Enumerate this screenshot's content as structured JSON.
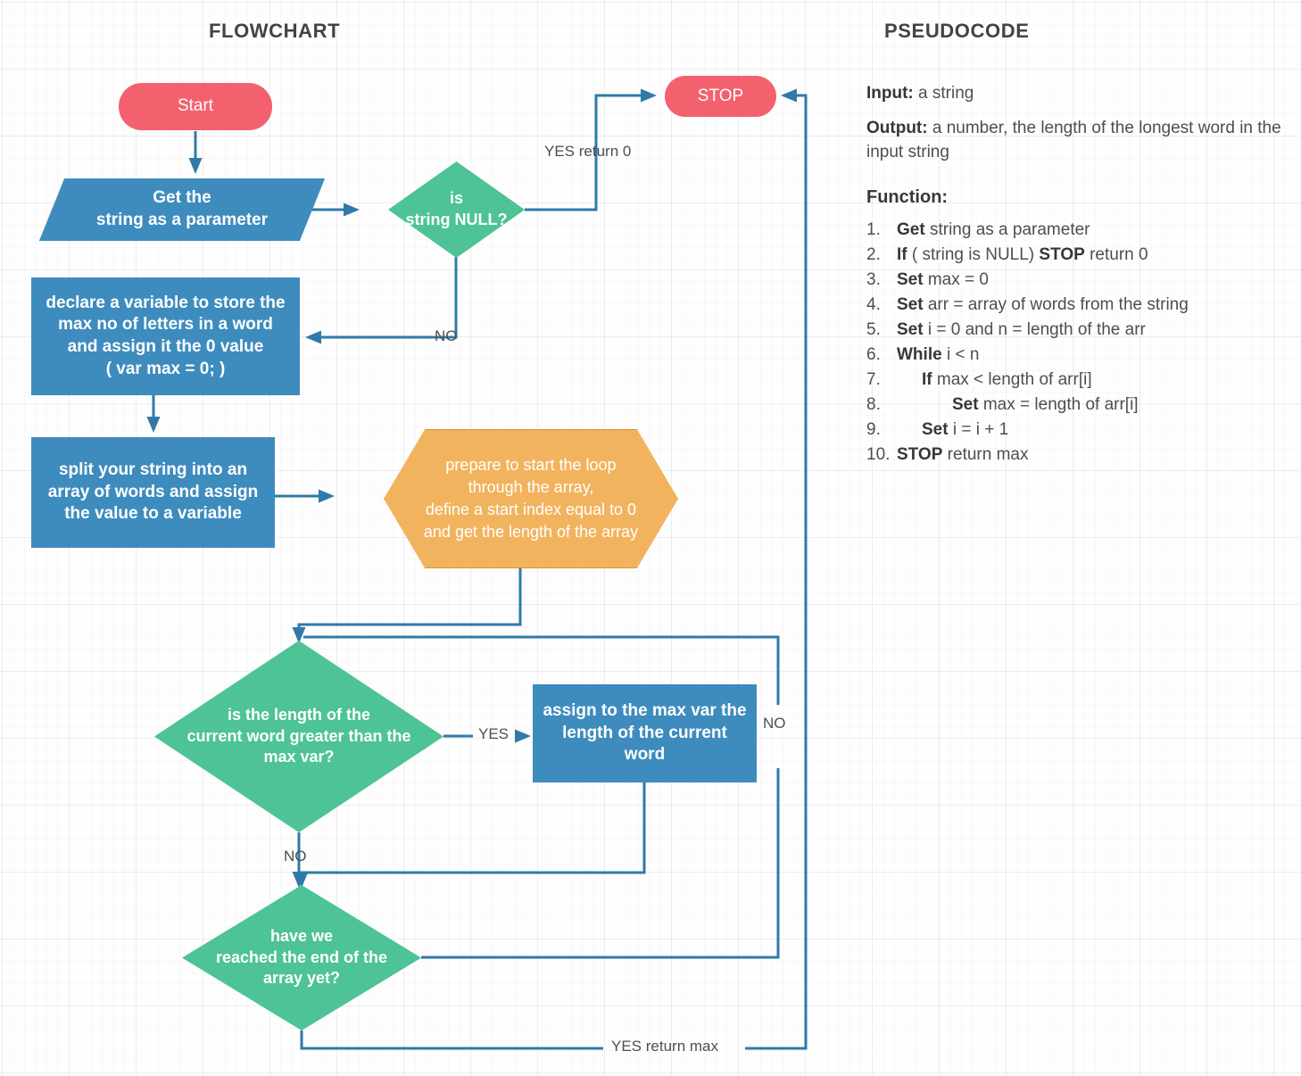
{
  "titles": {
    "flowchart": "FLOWCHART",
    "pseudocode": "PSEUDOCODE"
  },
  "colors": {
    "terminator": "#f4616e",
    "process": "#3e8cbe",
    "decision": "#4dc396",
    "preparation": "#f2b35e",
    "edge": "#2f7aa8",
    "text_dark": "#4a4f53"
  },
  "flowchart": {
    "nodes": {
      "start": {
        "label": "Start",
        "shape": "terminator"
      },
      "get_string": {
        "label": "Get the\nstring as  a parameter",
        "shape": "input-parallelogram"
      },
      "is_null": {
        "label": "is\nstring NULL?",
        "shape": "decision"
      },
      "stop": {
        "label": "STOP",
        "shape": "terminator"
      },
      "declare_max": {
        "label": "declare a variable to store the\nmax no of letters in a word\nand assign it the 0 value\n( var max = 0; )",
        "shape": "process"
      },
      "split_string": {
        "label": "split your string into an\narray of words and assign\nthe value to a variable",
        "shape": "process"
      },
      "prepare_loop": {
        "label": "prepare to start the loop\nthrough the array,\ndefine a start index equal to 0\nand get the length of the array",
        "shape": "preparation-hexagon"
      },
      "compare_length": {
        "label": "is the length of the\ncurrent word greater  than the\nmax var?",
        "shape": "decision"
      },
      "assign_max": {
        "label": "assign to the max var the\nlength of the current\nword",
        "shape": "process"
      },
      "end_of_array": {
        "label": "have we\nreached the end  of the\narray yet?",
        "shape": "decision"
      }
    },
    "edge_labels": {
      "yes_return_0": "YES return 0",
      "no_to_declare": "NO",
      "yes_to_assign": "YES",
      "no_compare_down": "NO",
      "no_right_loop": "NO",
      "yes_return_max": "YES return max"
    }
  },
  "pseudocode": {
    "input_label": "Input:",
    "input_value": " a string",
    "output_label": "Output:",
    "output_value": " a number, the length of the longest word in the input string",
    "function_heading": "Function:",
    "steps": [
      {
        "num": "1.",
        "bold": "Get",
        "rest": " string as a parameter",
        "indent": 0,
        "trailing_bold": "",
        "trailing_rest": ""
      },
      {
        "num": "2.",
        "bold": "If",
        "rest": " ( string is NULL) ",
        "indent": 0,
        "trailing_bold": "STOP",
        "trailing_rest": " return 0"
      },
      {
        "num": "3.",
        "bold": "Set",
        "rest": " max = 0",
        "indent": 0,
        "trailing_bold": "",
        "trailing_rest": ""
      },
      {
        "num": "4.",
        "bold": "Set",
        "rest": " arr = array of words from the string",
        "indent": 0,
        "trailing_bold": "",
        "trailing_rest": ""
      },
      {
        "num": "5.",
        "bold": "Set",
        "rest": " i = 0 and n = length of the arr",
        "indent": 0,
        "trailing_bold": "",
        "trailing_rest": ""
      },
      {
        "num": "6.",
        "bold": "While",
        "rest": " i < n",
        "indent": 0,
        "trailing_bold": "",
        "trailing_rest": ""
      },
      {
        "num": "7.",
        "bold": "If",
        "rest": " max < length of arr[i]",
        "indent": 1,
        "trailing_bold": "",
        "trailing_rest": ""
      },
      {
        "num": "8.",
        "bold": "Set",
        "rest": " max =  length of arr[i]",
        "indent": 2,
        "trailing_bold": "",
        "trailing_rest": ""
      },
      {
        "num": "9.",
        "bold": "Set",
        "rest": " i = i + 1",
        "indent": 1,
        "trailing_bold": "",
        "trailing_rest": ""
      },
      {
        "num": "10.",
        "bold": "STOP",
        "rest": " return max",
        "indent": 0,
        "trailing_bold": "",
        "trailing_rest": ""
      }
    ]
  }
}
